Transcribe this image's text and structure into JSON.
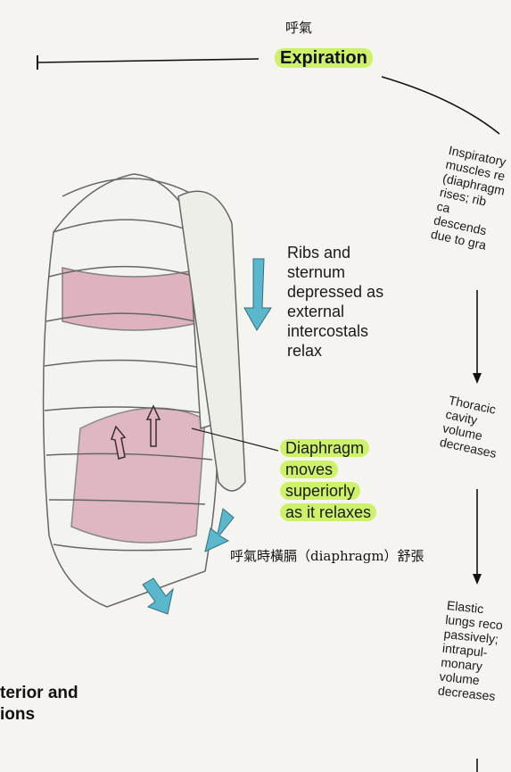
{
  "annotation_top": "呼氣",
  "heading": "Expiration",
  "ribs_label": [
    "Ribs and",
    "sternum",
    "depressed as",
    "external",
    "intercostals",
    "relax"
  ],
  "diaphragm_label": [
    "Diaphragm",
    "moves",
    "superiorly",
    "as it relaxes"
  ],
  "annotation_diaphragm": "呼氣時橫膈（diaphragm）舒張",
  "flow_1": [
    "Inspiratory",
    "muscles re",
    "(diaphragm",
    "rises; rib ca",
    "descends",
    "due to gra"
  ],
  "flow_2": [
    "Thoracic",
    "cavity",
    "volume",
    "decreases"
  ],
  "flow_3": [
    "Elastic",
    "lungs reco",
    "passively;",
    "intrapul-",
    "monary",
    "volume",
    "decreases"
  ],
  "caption": [
    "terior and",
    "ions"
  ],
  "colors": {
    "highlight": "#cdf26a",
    "arrow": "#5bb7cc",
    "muscle": "#d9a3b4",
    "bone": "#f3f3ef"
  }
}
